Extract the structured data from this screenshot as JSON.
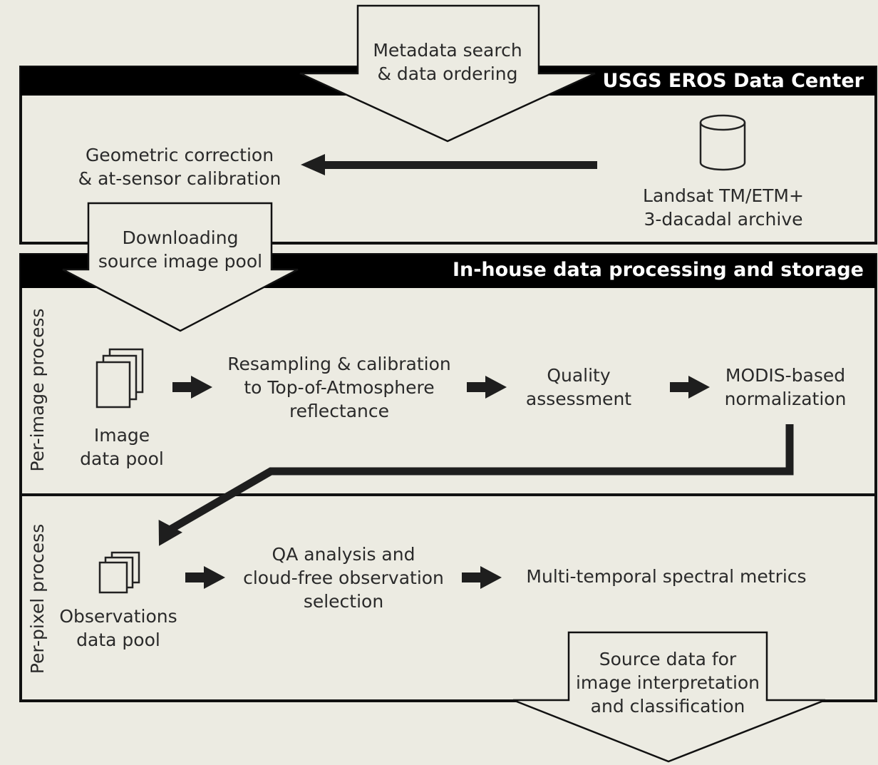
{
  "sections": {
    "usgs_header": "USGS EROS Data Center",
    "inhouse_header": "In-house data processing and storage",
    "per_image_label": "Per-image process",
    "per_pixel_label": "Per-pixel process"
  },
  "flow": {
    "metadata_search": "Metadata search\n& data ordering",
    "geometric_correction": "Geometric correction\n& at-sensor calibration",
    "landsat_archive": "Landsat TM/ETM+\n3-dacadal archive",
    "downloading": "Downloading\nsource image pool",
    "image_data_pool": "Image\ndata pool",
    "resampling": "Resampling & calibration\nto Top-of-Atmosphere\nreflectance",
    "quality_assessment": "Quality\nassessment",
    "modis_normalization": "MODIS-based\nnormalization",
    "observations_pool": "Observations\ndata pool",
    "qa_analysis": "QA analysis and\ncloud-free observation\nselection",
    "spectral_metrics": "Multi-temporal spectral metrics",
    "source_data": "Source data for\nimage interpretation\nand classification"
  },
  "icons": {
    "archive": "database-cylinder-icon",
    "image_pool": "stacked-pages-icon",
    "observations_pool": "stacked-pages-icon"
  },
  "colors": {
    "background": "#ecebe2",
    "header_fill": "#000000",
    "arrow_fill": "#1e1e1e"
  }
}
